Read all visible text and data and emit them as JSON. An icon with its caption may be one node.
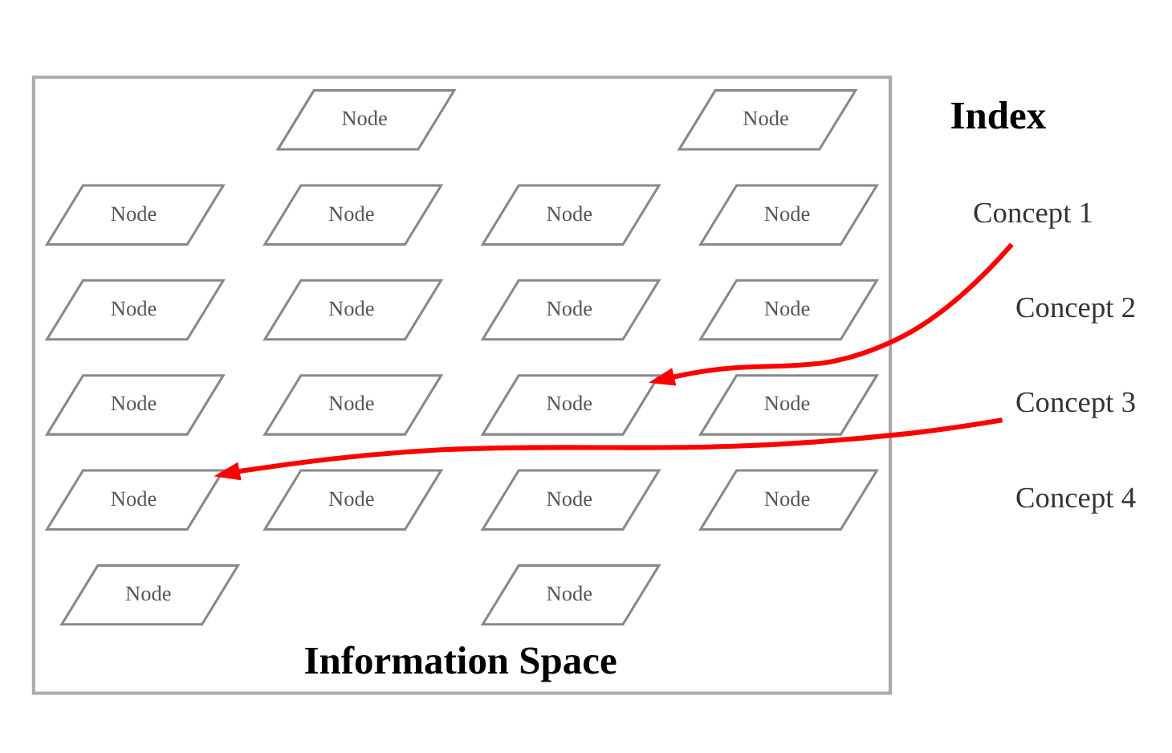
{
  "diagram": {
    "nodes": [
      {
        "text": [
          "Information Space"
        ]
      },
      {
        "text": [
          "Concept 1"
        ]
      },
      {
        "text": [
          "Concept 3"
        ]
      },
      {
        "text": [
          "Node"
        ],
        "in": 0
      },
      {
        "text": [
          "Node"
        ],
        "in": 0
      },
      {
        "text": [
          "Node"
        ],
        "in": 0
      },
      {
        "text": [
          "Node"
        ],
        "in": 0
      },
      {
        "text": [
          "Node"
        ],
        "in": 0
      },
      {
        "text": [
          "Node"
        ],
        "in": 0
      },
      {
        "text": [
          "Node"
        ],
        "in": 0
      },
      {
        "text": [
          "Node"
        ],
        "in": 0
      },
      {
        "text": [
          "Node"
        ],
        "in": 0
      },
      {
        "text": [
          "Node"
        ],
        "in": 0
      },
      {
        "text": [
          "Node"
        ],
        "in": 0
      },
      {
        "text": [
          "Node"
        ],
        "in": 0
      },
      {
        "text": [
          "Node"
        ],
        "in": 0
      },
      {
        "text": [
          "Node"
        ],
        "in": 0
      },
      {
        "text": [
          "Node"
        ],
        "in": 0
      },
      {
        "text": [
          "Node"
        ],
        "in": 0
      },
      {
        "text": [
          "Node"
        ],
        "in": 0
      },
      {
        "text": [
          "Node"
        ],
        "in": 0
      },
      {
        "text": [
          "Node"
        ],
        "in": 0
      },
      {
        "text": [
          "Node"
        ],
        "in": 0
      }
    ],
    "edges": [
      {
        "from": 1,
        "to": 15,
        "arrow": "to"
      },
      {
        "from": 2,
        "to": 17,
        "arrow": "to"
      }
    ],
    "labels": [
      "Index",
      "Concept 2",
      "Concept 4"
    ]
  }
}
